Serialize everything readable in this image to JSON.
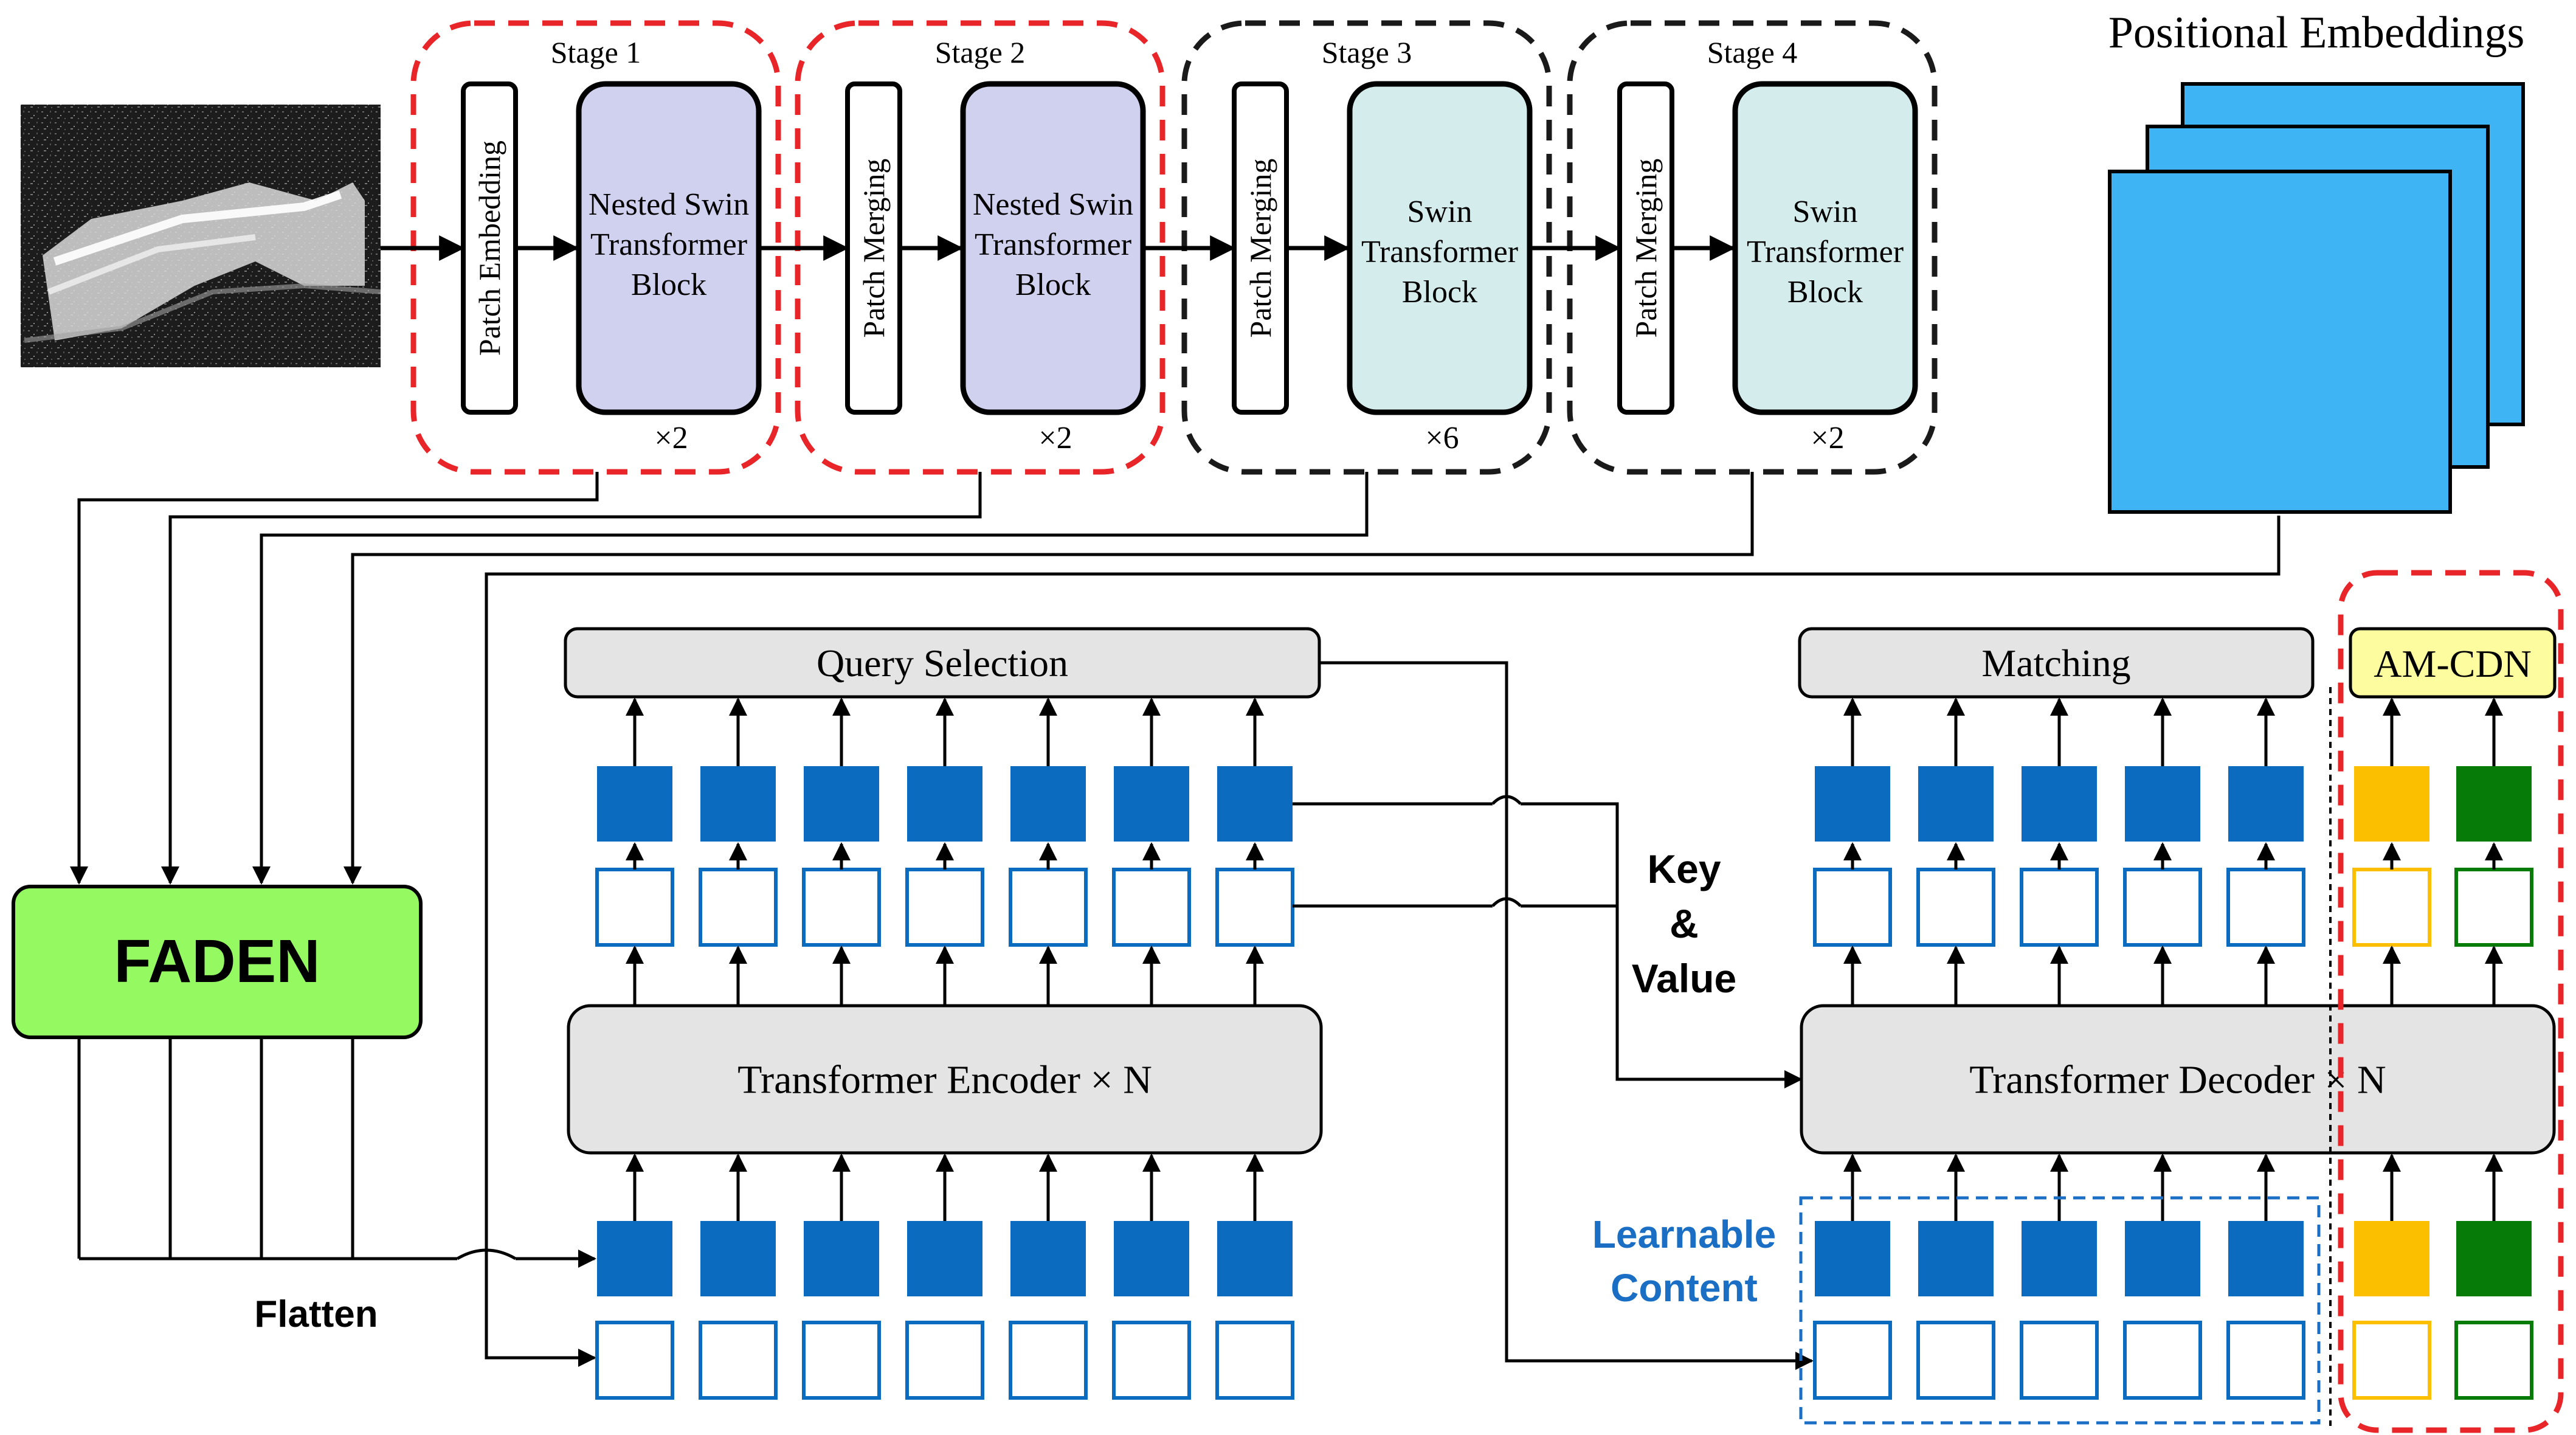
{
  "colors": {
    "stage_red": "#e8262a",
    "stage_black": "#1a1a1a",
    "nested_fill": "#d0d0ef",
    "swin_fill": "#d5ecec",
    "pos_fill": "#3fb4f5",
    "faden_fill": "#95f962",
    "gray_box": "#e4e4e4",
    "token_blue": "#0b6bbf",
    "amcdn_fill": "#fdfda0",
    "orange": "#fbbf00",
    "green": "#077b07",
    "learnable_text": "#1a6fc4"
  },
  "stages": [
    {
      "title": "Stage 1",
      "side_label": "Patch Embedding",
      "block_label": [
        "Nested Swin",
        "Transformer",
        "Block"
      ],
      "repeat": "×2",
      "border": "red"
    },
    {
      "title": "Stage 2",
      "side_label": "Patch Merging",
      "block_label": [
        "Nested Swin",
        "Transformer",
        "Block"
      ],
      "repeat": "×2",
      "border": "red"
    },
    {
      "title": "Stage 3",
      "side_label": "Patch Merging",
      "block_label": [
        "Swin",
        "Transformer",
        "Block"
      ],
      "repeat": "×6",
      "border": "black"
    },
    {
      "title": "Stage 4",
      "side_label": "Patch Merging",
      "block_label": [
        "Swin",
        "Transformer",
        "Block"
      ],
      "repeat": "×2",
      "border": "black"
    }
  ],
  "positional_embeddings_label": "Positional Embeddings",
  "faden_label": "FADEN",
  "flatten_label": "Flatten",
  "query_selection_label": "Query Selection",
  "matching_label": "Matching",
  "amcdn_label": "AM-CDN",
  "encoder_label": "Transformer Encoder × N",
  "decoder_label": "Transformer Decoder × N",
  "key_value_label": [
    "Key",
    "&",
    "Value"
  ],
  "learnable_content_label": [
    "Learnable",
    "Content"
  ],
  "encoder_token_count": 7,
  "decoder_token_count": 5,
  "cdn_tokens": [
    "orange",
    "green"
  ]
}
